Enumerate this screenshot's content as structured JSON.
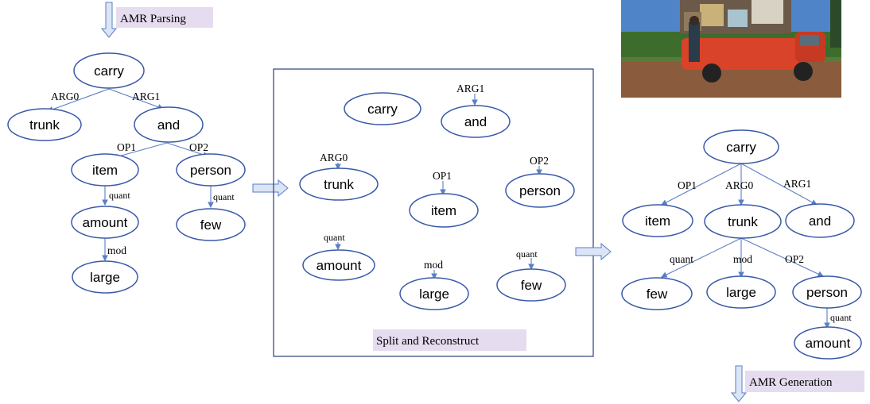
{
  "stages": {
    "parsing": "AMR Parsing",
    "split": "Split and Reconstruct",
    "generation": "AMR Generation"
  },
  "photo": {
    "sky_color": "#4f84c8",
    "ground_color": "#3d6d2c",
    "road_color": "#8a5b3c",
    "truck_color": "#d8432a"
  },
  "graph1": {
    "nodes": {
      "carry": "carry",
      "trunk": "trunk",
      "and": "and",
      "item": "item",
      "person": "person",
      "amount": "amount",
      "few": "few",
      "large": "large"
    },
    "edges": {
      "arg0": "ARG0",
      "arg1": "ARG1",
      "op1": "OP1",
      "op2": "OP2",
      "quant_item": "quant",
      "quant_person": "quant",
      "mod": "mod"
    }
  },
  "graph2": {
    "nodes": {
      "carry": "carry",
      "and": "and",
      "trunk": "trunk",
      "item": "item",
      "person": "person",
      "amount": "amount",
      "large": "large",
      "few": "few"
    },
    "edges": {
      "arg1": "ARG1",
      "arg0": "ARG0",
      "op1": "OP1",
      "op2": "OP2",
      "quant_amount": "quant",
      "mod": "mod",
      "quant_few": "quant"
    }
  },
  "graph3": {
    "nodes": {
      "carry": "carry",
      "item": "item",
      "trunk": "trunk",
      "and": "and",
      "few": "few",
      "large": "large",
      "person": "person",
      "amount": "amount"
    },
    "edges": {
      "op1": "OP1",
      "arg0": "ARG0",
      "arg1": "ARG1",
      "quant": "quant",
      "mod": "mod",
      "op2": "OP2",
      "quant_person": "quant"
    }
  }
}
